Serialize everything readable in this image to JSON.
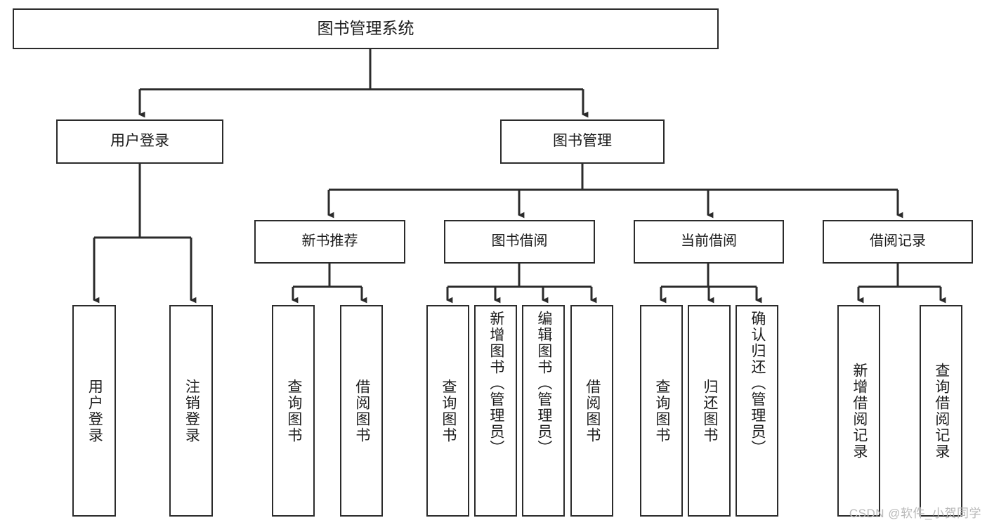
{
  "diagram": {
    "title": "图书管理系统",
    "type": "tree",
    "root": {
      "id": "root",
      "label": "图书管理系统"
    },
    "level2": [
      {
        "id": "user-login",
        "label": "用户登录"
      },
      {
        "id": "book-management",
        "label": "图书管理"
      }
    ],
    "level3": [
      {
        "id": "new-book-recommend",
        "label": "新书推荐",
        "parent": "book-management"
      },
      {
        "id": "book-borrow",
        "label": "图书借阅",
        "parent": "book-management"
      },
      {
        "id": "current-borrow",
        "label": "当前借阅",
        "parent": "book-management"
      },
      {
        "id": "borrow-record",
        "label": "借阅记录",
        "parent": "book-management"
      }
    ],
    "leaves": [
      {
        "id": "leaf-user-login",
        "label": "用户登录",
        "parent": "user-login"
      },
      {
        "id": "leaf-logout-login",
        "label": "注销登录",
        "parent": "user-login"
      },
      {
        "id": "leaf-query-book-1",
        "label": "查询图书",
        "parent": "new-book-recommend"
      },
      {
        "id": "leaf-borrow-book-1",
        "label": "借阅图书",
        "parent": "new-book-recommend"
      },
      {
        "id": "leaf-query-book-2",
        "label": "查询图书",
        "parent": "book-borrow"
      },
      {
        "id": "leaf-add-book",
        "label": "新增图书（管理员）",
        "parent": "book-borrow"
      },
      {
        "id": "leaf-edit-book",
        "label": "编辑图书（管理员）",
        "parent": "book-borrow"
      },
      {
        "id": "leaf-borrow-book-2",
        "label": "借阅图书",
        "parent": "book-borrow"
      },
      {
        "id": "leaf-query-book-3",
        "label": "查询图书",
        "parent": "current-borrow"
      },
      {
        "id": "leaf-return-book",
        "label": "归还图书",
        "parent": "current-borrow"
      },
      {
        "id": "leaf-confirm-return",
        "label": "确认归还（管理员）",
        "parent": "current-borrow"
      },
      {
        "id": "leaf-add-record",
        "label": "新增借阅记录",
        "parent": "borrow-record"
      },
      {
        "id": "leaf-query-record",
        "label": "查询借阅记录",
        "parent": "borrow-record"
      }
    ],
    "watermark": "CSDN @软件_小贺同学",
    "colors": {
      "stroke": "#2b2b2b",
      "background": "#ffffff",
      "text": "#1b1b1b",
      "watermark": "#b9b9b9"
    }
  }
}
